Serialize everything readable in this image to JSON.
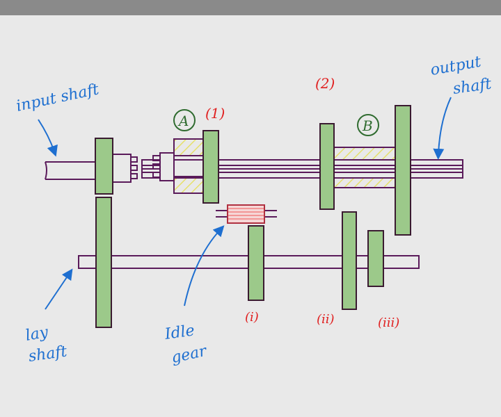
{
  "labels": {
    "input_shaft": "input shaft",
    "output_shaft_line1": "output",
    "output_shaft_line2": "shaft",
    "lay_shaft_line1": "lay",
    "lay_shaft_line2": "shaft",
    "idle_gear_line1": "Idle",
    "idle_gear_line2": "gear",
    "sleeve_a": "A",
    "sleeve_b": "B",
    "gear_1": "(1)",
    "gear_2": "(2)",
    "gear_i": "(i)",
    "gear_ii": "(ii)",
    "gear_iii": "(iii)"
  },
  "colors": {
    "gear_fill": "#9cc98a",
    "outline": "#5a1a5a",
    "label_blue": "#1e6fd0",
    "label_red": "#e02020",
    "label_green": "#2f6b2f",
    "hatch_yellow": "#e6e06a",
    "idle_red": "#f08080"
  }
}
